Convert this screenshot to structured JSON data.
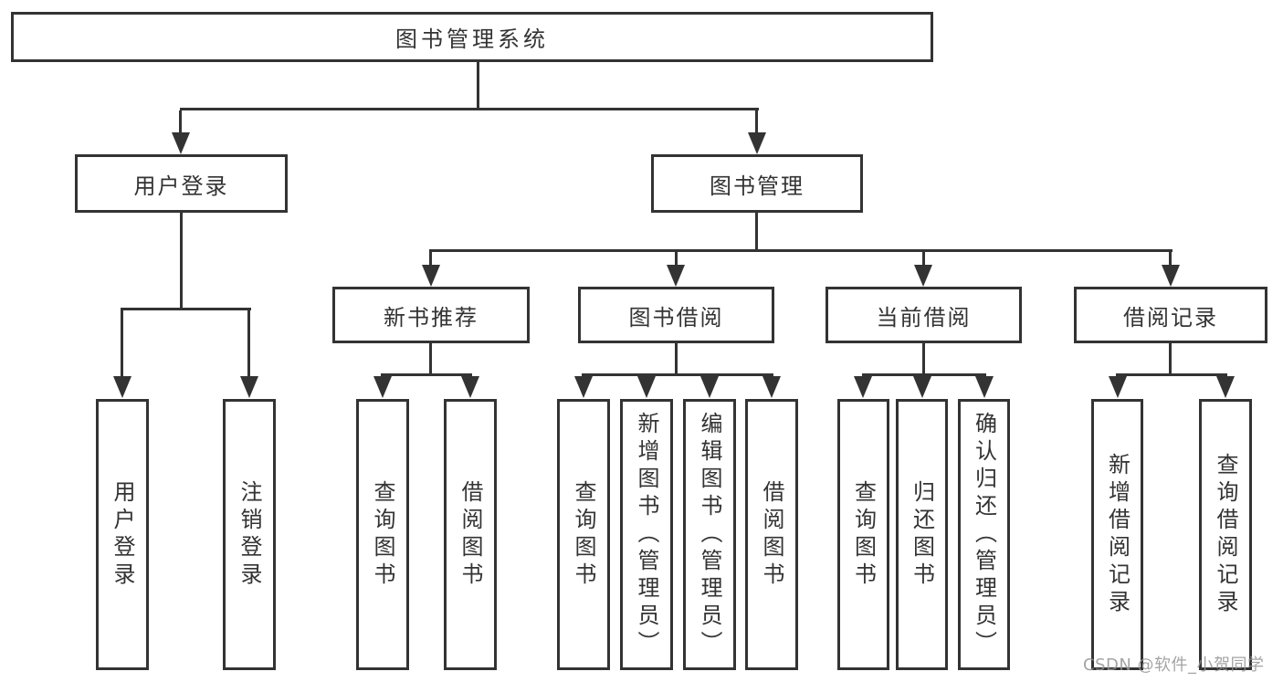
{
  "diagram": {
    "root": "图书管理系统",
    "level2": [
      {
        "label": "用户登录"
      },
      {
        "label": "图书管理"
      }
    ],
    "level3": [
      {
        "label": "新书推荐"
      },
      {
        "label": "图书借阅"
      },
      {
        "label": "当前借阅"
      },
      {
        "label": "借阅记录"
      }
    ],
    "leaves": {
      "userLogin": [
        "用户登录",
        "注销登录"
      ],
      "newBooks": [
        "查询图书",
        "借阅图书"
      ],
      "bookBorrow": [
        "查询图书",
        "新增图书（管理员）",
        "编辑图书（管理员）",
        "借阅图书"
      ],
      "currentBorrow": [
        "查询图书",
        "归还图书",
        "确认归还（管理员）"
      ],
      "borrowRecords": [
        "新增借阅记录",
        "查询借阅记录"
      ]
    },
    "watermark": "CSDN @软件_小贺同学",
    "colors": {
      "line": "#333333",
      "border": "#333333",
      "text": "#333333",
      "watermark": "#949494",
      "background": "#ffffff"
    }
  }
}
